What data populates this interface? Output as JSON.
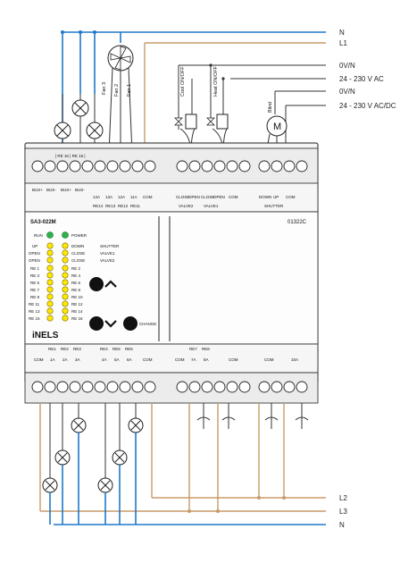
{
  "buses": {
    "n_top": "N",
    "l1": "L1",
    "n_v1": "0V/N",
    "ac1": "24 - 230 V AC",
    "n_v2": "0V/N",
    "acdc": "24 - 230 V AC/DC",
    "l2": "L2",
    "l3": "L3",
    "n_bottom": "N"
  },
  "loads": {
    "fan3": "Fan 3",
    "fan2": "Fan 2",
    "fan1": "Fan 1",
    "cool": "Cool ON/OFF",
    "heat": "Heat ON/OFF",
    "blind": "Blind",
    "motor_letter": "M"
  },
  "device": {
    "model": "SA3-022M",
    "code": "01322C",
    "brand": "iNELS",
    "run": "RUN",
    "power": "POWER",
    "status_rows": [
      {
        "left": "UP",
        "right": "DOWN",
        "group": "SHUTTER"
      },
      {
        "left": "OPEN",
        "right": "CLOSE",
        "group": "VALVE1"
      },
      {
        "left": "OPEN",
        "right": "CLOSE",
        "group": "VALVE2"
      }
    ],
    "relay_rows": [
      {
        "left": "RE 1",
        "right": "RE 2"
      },
      {
        "left": "RE 3",
        "right": "RE 4"
      },
      {
        "left": "RE 5",
        "right": "RE 6"
      },
      {
        "left": "RE 7",
        "right": "RE 8"
      },
      {
        "left": "RE 9",
        "right": "RE 10"
      },
      {
        "left": "RE 11",
        "right": "RE 12"
      },
      {
        "left": "RE 13",
        "right": "RE 14"
      },
      {
        "left": "RE 15",
        "right": "RE 16"
      }
    ],
    "change": "CHANGE"
  },
  "terminals": {
    "top_row1": "| RE 16 | RE 15 |",
    "top_groups": [
      "BUS+",
      "BUS-",
      "BUS+",
      "BUS-"
    ],
    "top_left": [
      "14A",
      "13A",
      "12A",
      "11A",
      "COM"
    ],
    "top_left_groups": [
      "RE14",
      "RE13",
      "RE12",
      "RE11"
    ],
    "top_right": [
      "CLOSE",
      "OPEN",
      "CLOSE",
      "OPEN",
      "COM",
      "DOWN",
      "UP",
      "COM"
    ],
    "top_right_groups": [
      "VALVE2",
      "VALVE1",
      "SHUTTER"
    ],
    "bottom_groups_left": [
      "RE1",
      "RE2",
      "RE3",
      "RE4",
      "RE5",
      "RE6"
    ],
    "bottom_left": [
      "COM",
      "1A",
      "2A",
      "3A",
      "4A",
      "5A",
      "6A",
      "COM"
    ],
    "bottom_groups_right": [
      "RE7",
      "RE8"
    ],
    "bottom_right": [
      "COM",
      "7A",
      "8A",
      "COM",
      "COM",
      "10A"
    ]
  }
}
